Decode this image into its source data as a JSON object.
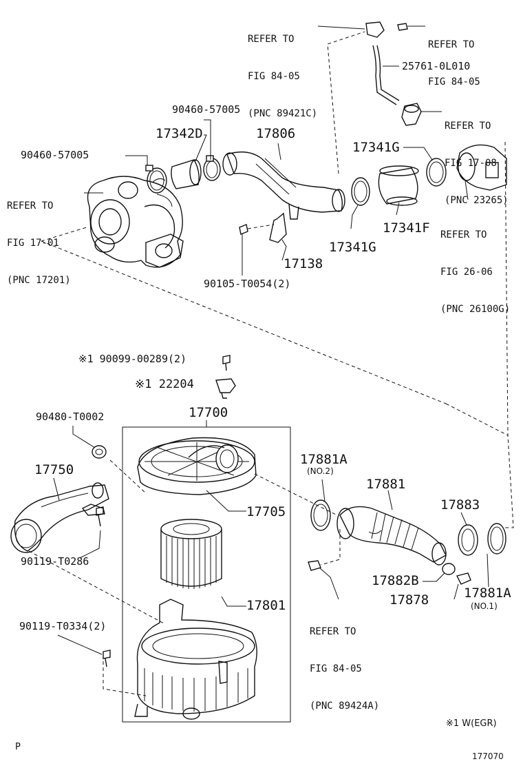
{
  "upper": {
    "ref_sensor": [
      "REFER TO",
      "FIG 84-05",
      "(PNC 89421C)"
    ],
    "ref_sensor2": [
      "REFER TO",
      "FIG 84-05"
    ],
    "hose_25761": "25761-0L010",
    "ref_vsv": [
      "REFER TO",
      "FIG 17-08",
      "(PNC 23265)"
    ],
    "clamp_top": "90460-57005",
    "clamp_left": "90460-57005",
    "ref_turbo": [
      "REFER TO",
      "FIG 17-01",
      "(PNC 17201)"
    ],
    "p17342d": "17342D",
    "p17806": "17806",
    "p17341g_top": "17341G",
    "ref_throttle": [
      "REFER TO",
      "FIG 26-06",
      "(PNC 26100G)"
    ],
    "p17341f": "17341F",
    "p17341g_bot": "17341G",
    "p17138": "17138",
    "bolt_90105": "90105-T0054(2)"
  },
  "lower": {
    "note_bolt": "※1 90099-00289(2)",
    "note_sensor": "※1 22204",
    "p90480": "90480-T0002",
    "p17700": "17700",
    "p17750": "17750",
    "p17705": "17705",
    "p17881a_top": "17881A",
    "p17881a_top_sub": "(NO.2)",
    "p17881": "17881",
    "p17883": "17883",
    "p90119_t0286": "90119-T0286",
    "p17882b": "17882B",
    "p17878": "17878",
    "p17881a_bot": "17881A",
    "p17881a_bot_sub": "(NO.1)",
    "p17801": "17801",
    "ref_bottom": [
      "REFER TO",
      "FIG 84-05",
      "(PNC 89424A)"
    ],
    "p90119_t0334": "90119-T0334(2)"
  },
  "footer": {
    "legend": "※1 W(EGR)",
    "corner_letter": "P",
    "figure_id": "177070"
  }
}
